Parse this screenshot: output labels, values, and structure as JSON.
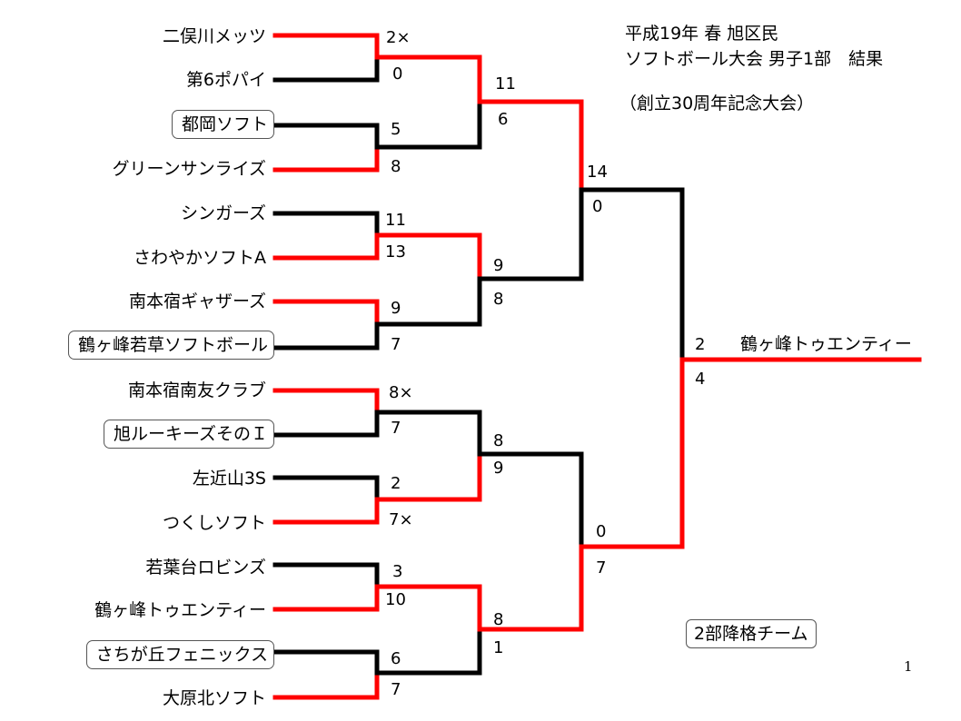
{
  "title": {
    "line1": "平成19年 春 旭区民",
    "line2": "ソフトボール大会 男子1部　結果",
    "line3": "（創立30周年記念大会）"
  },
  "teams": [
    {
      "name": "二俣川メッツ",
      "boxed": false
    },
    {
      "name": "第6ポパイ",
      "boxed": false
    },
    {
      "name": "都岡ソフト",
      "boxed": true
    },
    {
      "name": "グリーンサンライズ",
      "boxed": false
    },
    {
      "name": "シンガーズ",
      "boxed": false
    },
    {
      "name": "さわやかソフトA",
      "boxed": false
    },
    {
      "name": "南本宿ギャザーズ",
      "boxed": false
    },
    {
      "name": "鶴ヶ峰若草ソフトボール",
      "boxed": true
    },
    {
      "name": "南本宿南友クラブ",
      "boxed": false
    },
    {
      "name": "旭ルーキーズそのＩ",
      "boxed": true
    },
    {
      "name": "左近山3S",
      "boxed": false
    },
    {
      "name": "つくしソフト",
      "boxed": false
    },
    {
      "name": "若葉台ロビンズ",
      "boxed": false
    },
    {
      "name": "鶴ヶ峰トゥエンティー",
      "boxed": false
    },
    {
      "name": "さちが丘フェニックス",
      "boxed": true
    },
    {
      "name": "大原北ソフト",
      "boxed": false
    }
  ],
  "scores": {
    "r1": [
      [
        "2×",
        "0"
      ],
      [
        "5",
        "8"
      ],
      [
        "11",
        "13"
      ],
      [
        "9",
        "7"
      ],
      [
        "8×",
        "7"
      ],
      [
        "2",
        "7×"
      ],
      [
        "3",
        "10"
      ],
      [
        "6",
        "7"
      ]
    ],
    "r2": [
      [
        "11",
        "6"
      ],
      [
        "9",
        "8"
      ],
      [
        "8",
        "9"
      ],
      [
        "8",
        "1"
      ]
    ],
    "r3": [
      [
        "14",
        "0"
      ],
      [
        "0",
        "7"
      ]
    ],
    "final": [
      "2",
      "4"
    ]
  },
  "champion": "鶴ヶ峰トゥエンティー",
  "legend": "2部降格チーム",
  "page_number": "1",
  "colors": {
    "winner": "#ff0000",
    "loser": "#000000"
  }
}
